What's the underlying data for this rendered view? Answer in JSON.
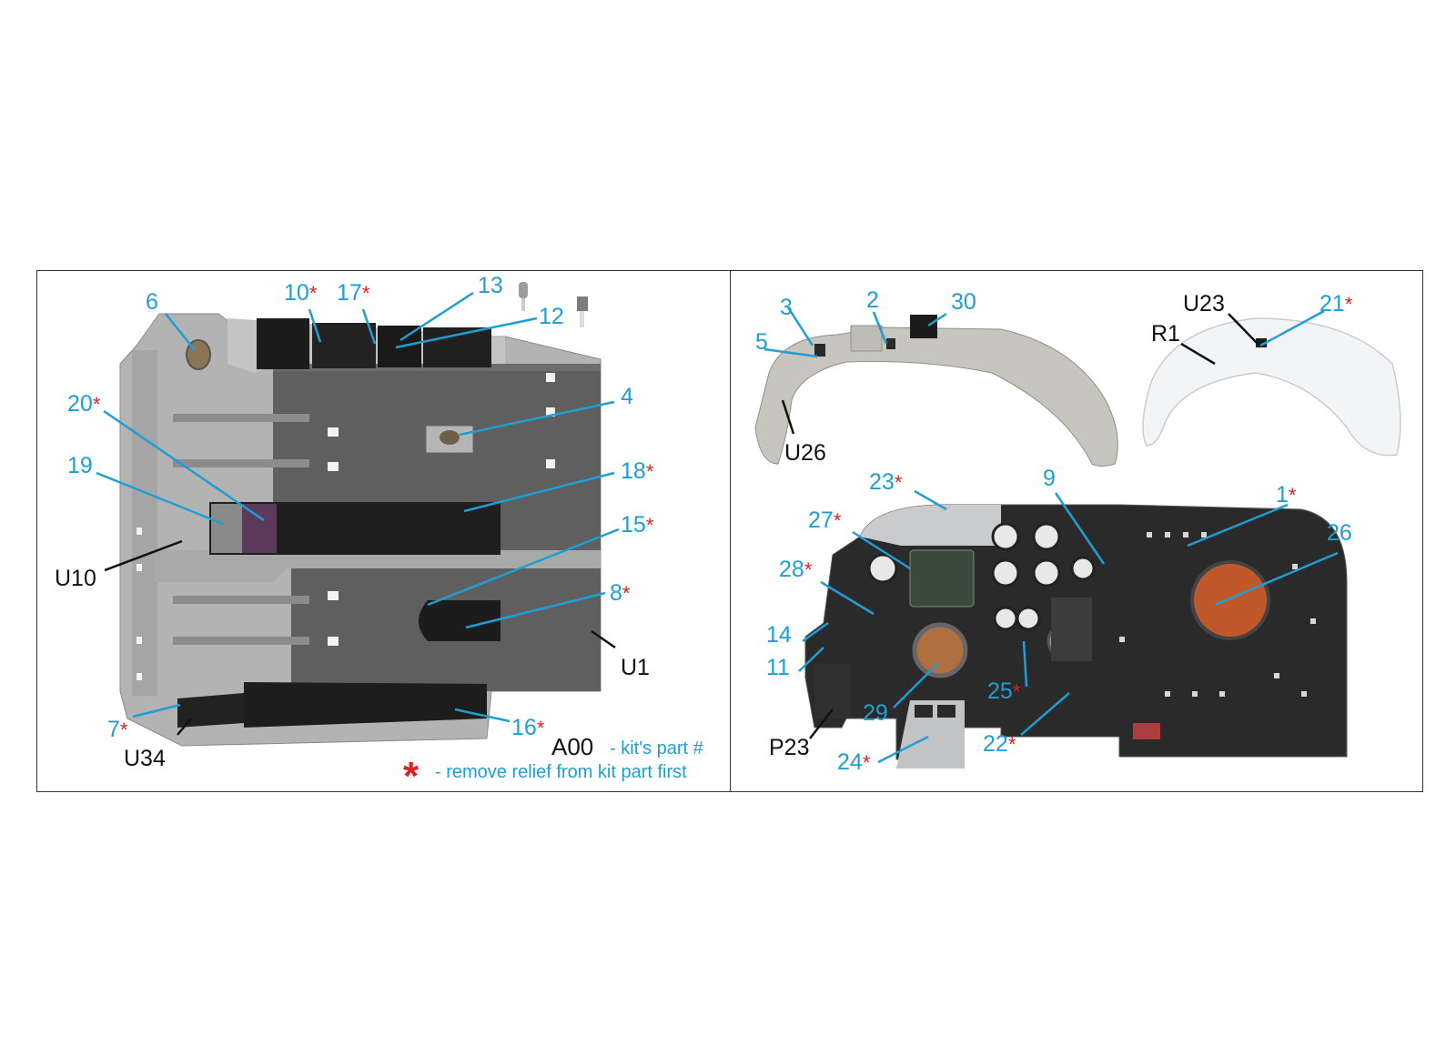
{
  "legend": {
    "part_code": "A00",
    "part_desc": "- kit's part #",
    "star_symbol": "*",
    "star_desc": "- remove relief from kit part first"
  },
  "labels_left": [
    {
      "id": "6",
      "text": "6",
      "star": false,
      "color": "blue"
    },
    {
      "id": "10",
      "text": "10",
      "star": true,
      "color": "blue"
    },
    {
      "id": "17",
      "text": "17",
      "star": true,
      "color": "blue"
    },
    {
      "id": "13",
      "text": "13",
      "star": false,
      "color": "blue"
    },
    {
      "id": "12",
      "text": "12",
      "star": false,
      "color": "blue"
    },
    {
      "id": "4",
      "text": "4",
      "star": false,
      "color": "blue"
    },
    {
      "id": "20",
      "text": "20",
      "star": true,
      "color": "blue"
    },
    {
      "id": "19",
      "text": "19",
      "star": false,
      "color": "blue"
    },
    {
      "id": "18",
      "text": "18",
      "star": true,
      "color": "blue"
    },
    {
      "id": "15",
      "text": "15",
      "star": true,
      "color": "blue"
    },
    {
      "id": "8",
      "text": "8",
      "star": true,
      "color": "blue"
    },
    {
      "id": "U10",
      "text": "U10",
      "star": false,
      "color": "black"
    },
    {
      "id": "U1",
      "text": "U1",
      "star": false,
      "color": "black"
    },
    {
      "id": "7",
      "text": "7",
      "star": true,
      "color": "blue"
    },
    {
      "id": "U34",
      "text": "U34",
      "star": false,
      "color": "black"
    },
    {
      "id": "16",
      "text": "16",
      "star": true,
      "color": "blue"
    }
  ],
  "labels_right": [
    {
      "id": "3",
      "text": "3",
      "star": false,
      "color": "blue"
    },
    {
      "id": "2",
      "text": "2",
      "star": false,
      "color": "blue"
    },
    {
      "id": "30",
      "text": "30",
      "star": false,
      "color": "blue"
    },
    {
      "id": "5",
      "text": "5",
      "star": false,
      "color": "blue"
    },
    {
      "id": "U26",
      "text": "U26",
      "star": false,
      "color": "black"
    },
    {
      "id": "U23",
      "text": "U23",
      "star": false,
      "color": "black"
    },
    {
      "id": "21",
      "text": "21",
      "star": true,
      "color": "blue"
    },
    {
      "id": "R1",
      "text": "R1",
      "star": false,
      "color": "black"
    },
    {
      "id": "23",
      "text": "23",
      "star": true,
      "color": "blue"
    },
    {
      "id": "9",
      "text": "9",
      "star": false,
      "color": "blue"
    },
    {
      "id": "1",
      "text": "1",
      "star": true,
      "color": "blue"
    },
    {
      "id": "27",
      "text": "27",
      "star": true,
      "color": "blue"
    },
    {
      "id": "26",
      "text": "26",
      "star": false,
      "color": "blue"
    },
    {
      "id": "28",
      "text": "28",
      "star": true,
      "color": "blue"
    },
    {
      "id": "14",
      "text": "14",
      "star": false,
      "color": "blue"
    },
    {
      "id": "11",
      "text": "11",
      "star": false,
      "color": "blue"
    },
    {
      "id": "25",
      "text": "25",
      "star": true,
      "color": "blue"
    },
    {
      "id": "29",
      "text": "29",
      "star": false,
      "color": "blue"
    },
    {
      "id": "P23",
      "text": "P23",
      "star": false,
      "color": "black"
    },
    {
      "id": "22",
      "text": "22",
      "star": true,
      "color": "blue"
    },
    {
      "id": "24",
      "text": "24",
      "star": true,
      "color": "blue"
    }
  ],
  "colors": {
    "label_blue": "#1f9ed4",
    "label_black": "#111111",
    "star_red": "#e02020",
    "tub_grey": "#9a9a9a",
    "floor_dark": "#5a5a5a",
    "panel_black": "#1c1c1c",
    "glare_grey": "#c9cbcc",
    "radar_orange": "#c0582a"
  }
}
